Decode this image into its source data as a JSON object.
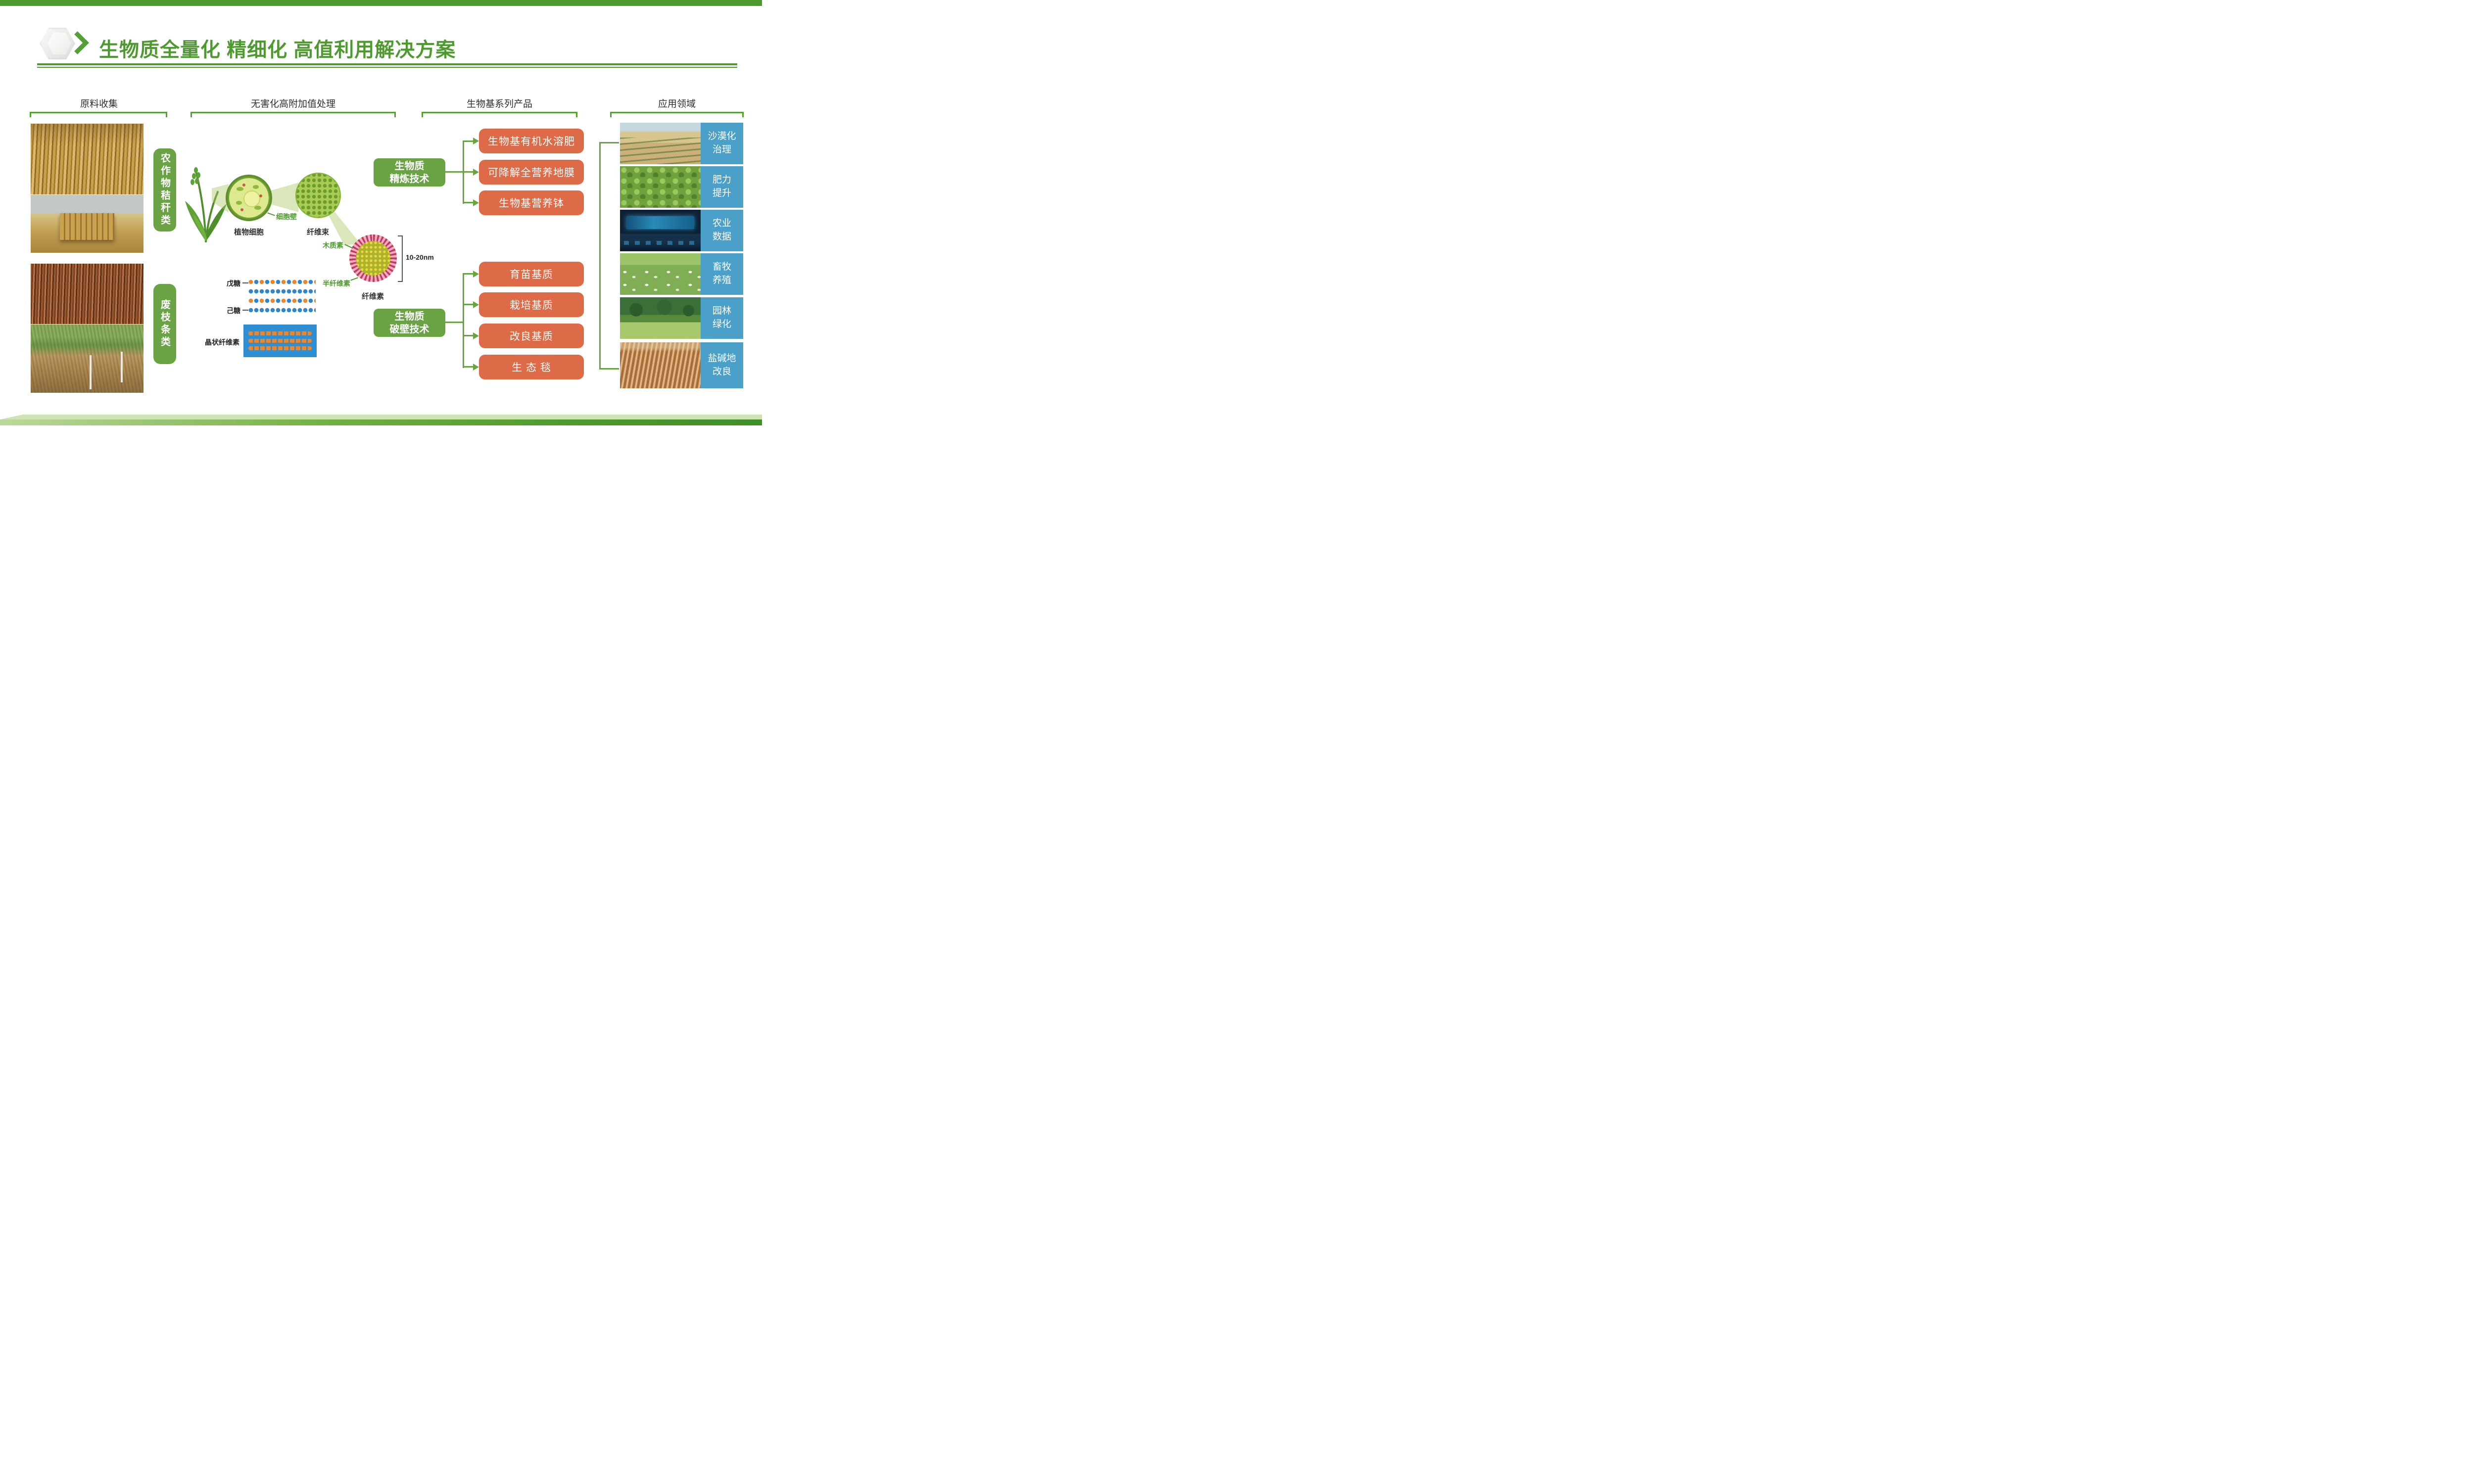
{
  "header": {
    "title": "生物质全量化 精细化 高值利用解决方案"
  },
  "sections": {
    "collection": {
      "header": "原料收集",
      "group1_label": "农作物秸秆类",
      "group2_label": "废枝条类"
    },
    "processing": {
      "header": "无害化高附加值处理",
      "plant_cell": "植物细胞",
      "cell_wall": "细胞壁",
      "fiber_bundle": "纤维束",
      "lignin": "木质素",
      "hemicellulose": "半纤维素",
      "cellulose": "纤维素",
      "diameter": "10-20nm",
      "pentose": "戊糖",
      "hexose": "己糖",
      "crystalline_cellulose": "晶状纤维素"
    },
    "products": {
      "header": "生物基系列产品",
      "refining": {
        "label": "生物质\n精炼技术",
        "items": [
          "生物基有机水溶肥",
          "可降解全营养地膜",
          "生物基营养钵"
        ]
      },
      "breaking": {
        "label": "生物质\n破壁技术",
        "items": [
          "育苗基质",
          "栽培基质",
          "改良基质",
          "生 态 毯"
        ]
      }
    },
    "applications": {
      "header": "应用领域",
      "items": [
        "沙漠化\n治理",
        "肥力\n提升",
        "农业\n数据",
        "畜牧\n养殖",
        "园林\n绿化",
        "盐碱地\n改良"
      ]
    }
  },
  "colors": {
    "accent_green": "#4d9a2e",
    "box_green": "#6aa344",
    "product_orange": "#dd6b47",
    "app_label_blue": "#4aa0c8"
  }
}
